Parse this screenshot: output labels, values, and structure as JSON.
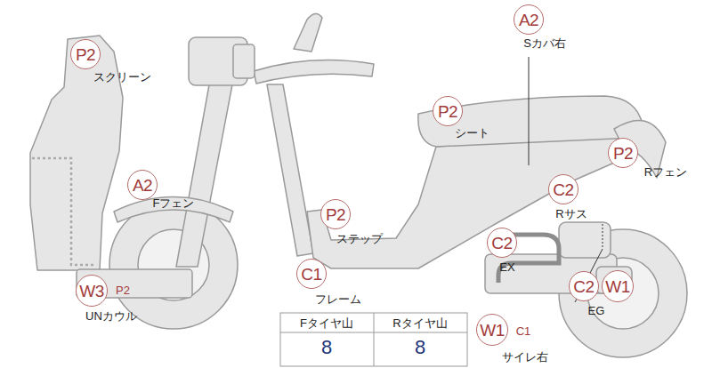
{
  "diagram": {
    "nodes": [
      {
        "text": [
          "P2"
        ]
      },
      {
        "text": [
          "A2"
        ]
      },
      {
        "text": [
          "P2"
        ]
      },
      {
        "text": [
          "P2"
        ]
      },
      {
        "text": [
          "C2"
        ]
      },
      {
        "text": [
          "A2"
        ]
      },
      {
        "text": [
          "P2"
        ]
      },
      {
        "text": [
          "C2"
        ]
      },
      {
        "text": [
          "C1"
        ]
      },
      {
        "text": [
          "W3"
        ]
      },
      {
        "text": [
          "C2"
        ]
      },
      {
        "text": [
          "W1"
        ]
      },
      {
        "text": [
          "W1"
        ]
      }
    ],
    "labels": [
      "スクリーン",
      "Sカバ右",
      "シート",
      "Rフェン",
      "Rサス",
      "Fフェン",
      "ステップ",
      "EX",
      "フレーム",
      "P2",
      "UNカウル",
      "EG",
      "C1",
      "サイレ右",
      "Fタイヤ山",
      "Rタイヤ山",
      "8",
      "8"
    ]
  }
}
